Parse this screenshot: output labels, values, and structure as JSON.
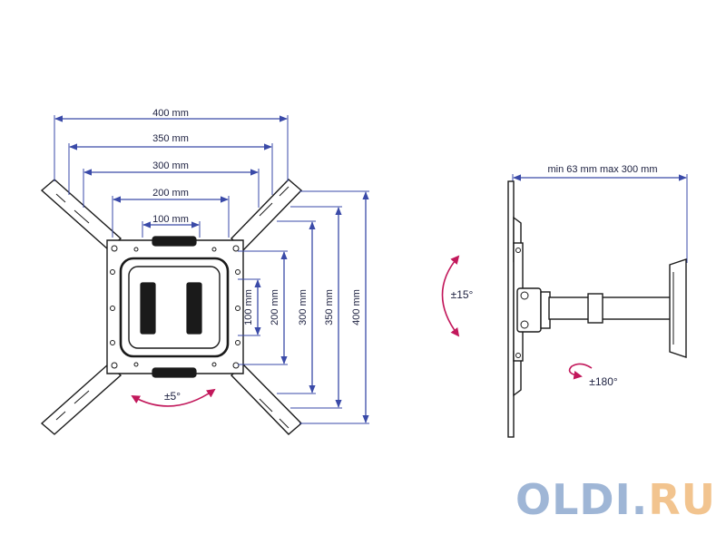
{
  "front_view": {
    "widths": [
      "400 mm",
      "350 mm",
      "300 mm",
      "200 mm",
      "100 mm"
    ],
    "heights": [
      "100 mm",
      "200 mm",
      "300 mm",
      "350 mm",
      "400 mm"
    ],
    "tilt_rotation": "±5°"
  },
  "side_view": {
    "extension": "min 63 mm max 300 mm",
    "tilt": "±15°",
    "swivel": "±180°"
  },
  "watermark": {
    "part1": "OLDI.",
    "part2": "RU"
  },
  "colors": {
    "dimension": "#3a4aa8",
    "rotation_arrow": "#c2185b",
    "outline": "#1a1a1a"
  }
}
